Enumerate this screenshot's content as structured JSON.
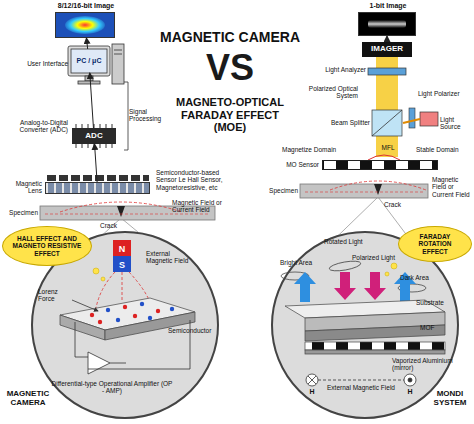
{
  "diagram": {
    "nodes": [
      {
        "text": [
          "8/12/16-bit Image"
        ]
      },
      {
        "text": [
          "PC / μC"
        ]
      },
      {
        "text": [
          "ADC"
        ]
      },
      {
        "text": [
          "Semiconductor-based Sensor Le Hall Sensor, Magnetoresistive, etc"
        ]
      },
      {
        "text": [
          "1-bit Image"
        ]
      },
      {
        "text": [
          "IMAGER"
        ]
      },
      {
        "text": [
          "MO Sensor"
        ]
      },
      {
        "text": [
          "HALL EFFECT AND MAGNETO RESISTIVE EFFECT"
        ]
      },
      {
        "text": [
          "MAGNETIC CAMERA"
        ]
      },
      {
        "text": [
          "FARADAY ROTATION EFFECT"
        ]
      },
      {
        "text": [
          "MONDI SYSTEM"
        ]
      }
    ],
    "edges": [
      {
        "from": 3,
        "to": 2,
        "arrow": "to"
      },
      {
        "from": 2,
        "to": 1,
        "arrow": "to"
      },
      {
        "from": 1,
        "to": 0,
        "arrow": "to"
      },
      {
        "from": 5,
        "to": 4,
        "arrow": "to"
      }
    ],
    "labels": [
      "User Interface",
      "Signal Processing",
      "Analog-to-Digital Converter (ADC)",
      "Magnetic Lens",
      "Magnetic Field or Current Field",
      "Crack",
      "Specimen",
      "MAGNETIC CAMERA",
      "VS",
      "MAGNETO-OPTICAL FARADAY EFFECT (MOE)",
      "Light Analyzer",
      "Light Polarizer",
      "Polarized Optical System",
      "Beam Splitter",
      "Light Source",
      "Magnetize Domain",
      "MFL",
      "Stable Domain",
      "Magnetic Field or Current Field",
      "Crack",
      "Specimen",
      "N",
      "S",
      "External Magnetic Field",
      "Lorenz Force",
      "Semiconductor",
      "Differential-type Operational Amplifier (OP - AMP)",
      "Bright Area",
      "Rotated Light",
      "Polarized Light",
      "Dark Area",
      "Substrate",
      "MOF",
      "Vaporized Aluminium (mirror)",
      "H",
      "H",
      "External Magnetic Field"
    ]
  }
}
